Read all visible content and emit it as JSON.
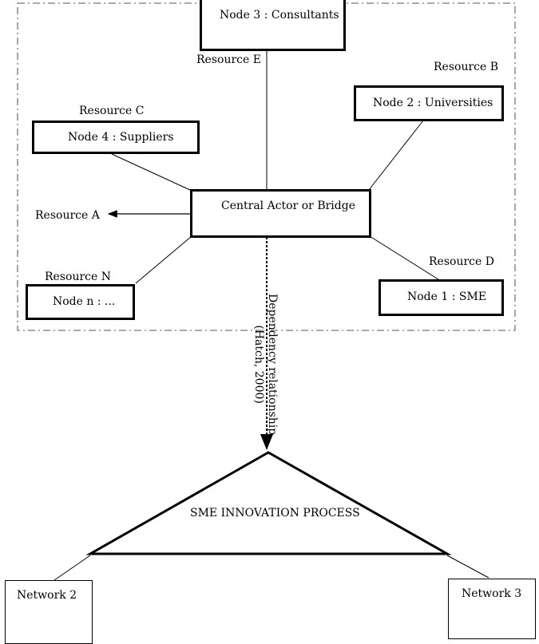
{
  "diagram": {
    "central": "Central Actor or Bridge",
    "nodes": {
      "consultants": "Node 3 : Consultants",
      "universities": "Node 2 : Universities",
      "suppliers": "Node 4 : Suppliers",
      "sme": "Node 1 : SME",
      "n": "Node n : ..."
    },
    "resources": {
      "a": "Resource A",
      "b": "Resource B",
      "c": "Resource C",
      "d": "Resource D",
      "e": "Resource E",
      "n": "Resource N"
    },
    "dependency": {
      "line1": "Dependency relationship",
      "line2": "(Hatch, 2000)"
    },
    "process": "SME INNOVATION PROCESS",
    "networks": {
      "n2": "Network 2",
      "n3": "Network 3"
    }
  }
}
